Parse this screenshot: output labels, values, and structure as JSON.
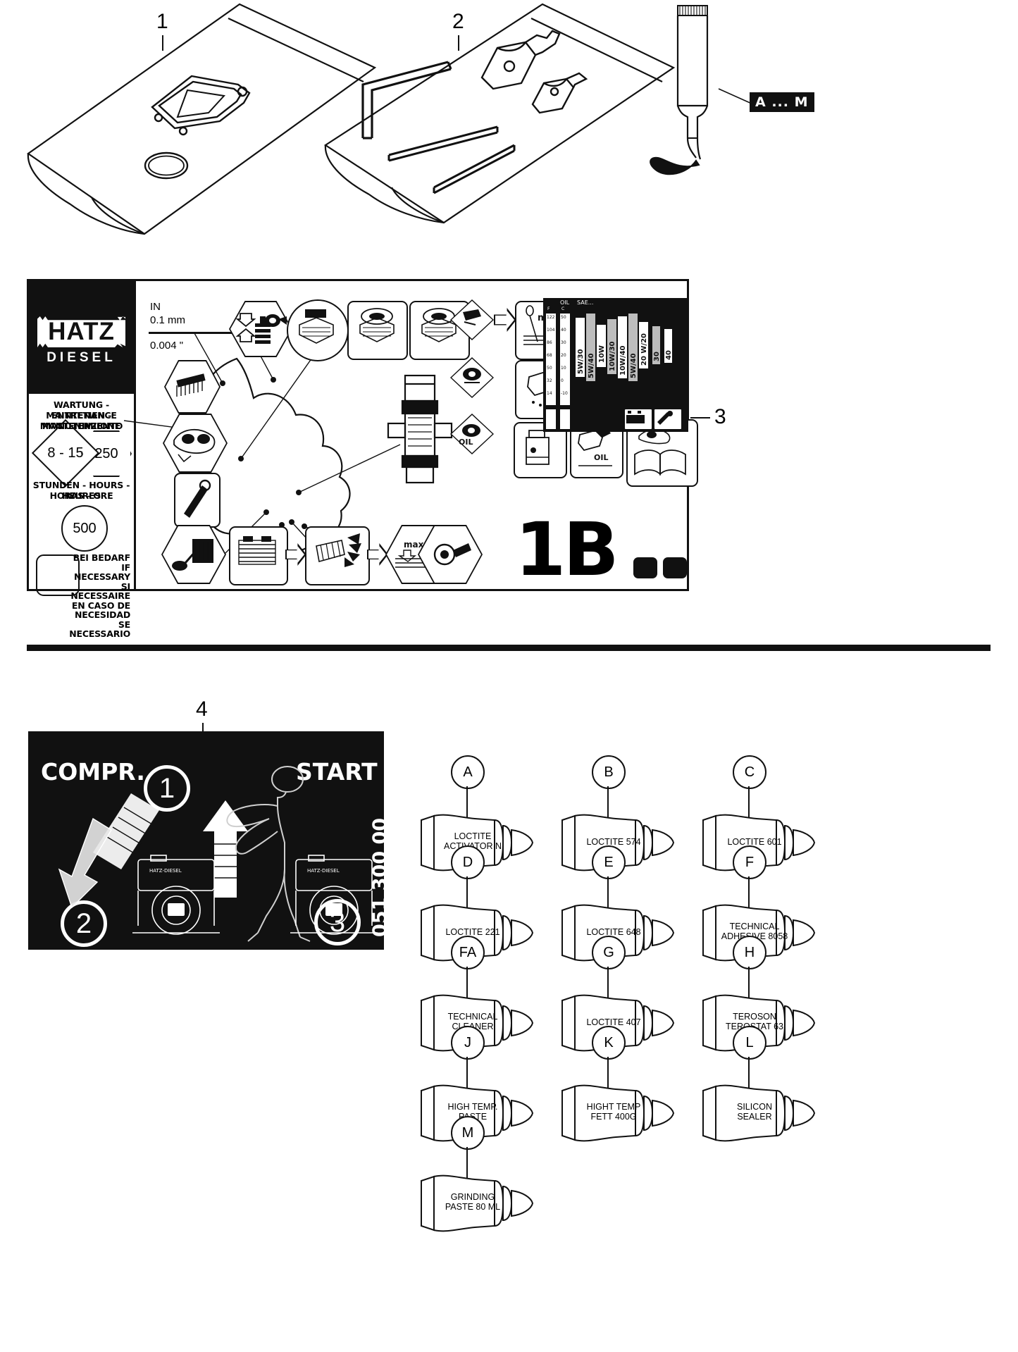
{
  "callouts": {
    "bag1": "1",
    "bag2": "2",
    "decal": "3",
    "decal4": "4",
    "adhesive_group": "A ... M"
  },
  "decal": {
    "brand": "HATZ",
    "brand_sub": "DIESEL",
    "maintenance_lines": [
      "WARTUNG - MAINTENANCE",
      "ENTRETIEN - MANTENIMIENTO",
      "MANUTENZIONE"
    ],
    "interval_diamond": "8 - 15",
    "interval_hex": "250",
    "hours_lines": [
      "STUNDEN - HOURS - HEURES",
      "HORAS - ORE"
    ],
    "interval_circle": "500",
    "if_necessary_lines": [
      "BEI BEDARF",
      "IF NECESSARY",
      "SI NECESSAIRE",
      "EN CASO DE",
      "NECESIDAD",
      "SE NECESSARIO"
    ],
    "valve_clearance": {
      "label": "IN",
      "metric": "0.1 mm",
      "imperial": "0.004 \""
    },
    "oil_fill_label": "max",
    "oil_word": "OIL",
    "model_mark": "1B",
    "oil_chart": {
      "header_left": "OIL",
      "header_right": "SAE...",
      "col_f": "F",
      "col_c": "C",
      "f_ticks": [
        "122",
        "104",
        "86",
        "68",
        "50",
        "32",
        "14"
      ],
      "c_ticks": [
        "50",
        "40",
        "30",
        "20",
        "10",
        "0",
        "-10"
      ],
      "grades": [
        "5W/30",
        "5W/40",
        "10W",
        "10W/30",
        "10W/40",
        "5W/40",
        "20 W/20",
        "30",
        "40"
      ]
    }
  },
  "decal4": {
    "compr_label": "COMPR.",
    "start_label": "START",
    "step_1": "1",
    "step_2": "2",
    "step_3": "3",
    "part_number": "051 300 00",
    "engine_brand": "HATZ-DIESEL"
  },
  "adhesives": [
    {
      "code": "A",
      "name": "LOCTITE\nACTIVATOR N",
      "lines": [
        "LOCTITE",
        "ACTIVATOR N"
      ]
    },
    {
      "code": "B",
      "name": "LOCTITE 574",
      "lines": [
        "LOCTITE 574"
      ]
    },
    {
      "code": "C",
      "name": "LOCTITE 601",
      "lines": [
        "LOCTITE 601"
      ]
    },
    {
      "code": "D",
      "name": "LOCTITE 221",
      "lines": [
        "LOCTITE 221"
      ]
    },
    {
      "code": "E",
      "name": "LOCTITE 648",
      "lines": [
        "LOCTITE 648"
      ]
    },
    {
      "code": "F",
      "name": "TECHNICAL ADHESIVE 8058",
      "lines": [
        "TECHNICAL",
        "ADHESIVE 8058"
      ]
    },
    {
      "code": "FA",
      "name": "TECHNICAL CLEANER",
      "lines": [
        "TECHNICAL",
        "CLEANER"
      ]
    },
    {
      "code": "G",
      "name": "LOCTITE 407",
      "lines": [
        "LOCTITE 407"
      ]
    },
    {
      "code": "H",
      "name": "TEROSON TEROSTAT 63",
      "lines": [
        "TEROSON",
        "TEROSTAT 63"
      ]
    },
    {
      "code": "J",
      "name": "HIGH TEMP. PASTE",
      "lines": [
        "HIGH TEMP.",
        "PASTE"
      ]
    },
    {
      "code": "K",
      "name": "HIGHT TEMP FETT 400G",
      "lines": [
        "HIGHT TEMP",
        "FETT 400G"
      ]
    },
    {
      "code": "L",
      "name": "SILICON SEALER",
      "lines": [
        "SILICON",
        "SEALER"
      ]
    },
    {
      "code": "M",
      "name": "GRINDING PASTE 80 ML",
      "lines": [
        "GRINDING",
        "PASTE 80 ML"
      ]
    }
  ],
  "colors": {
    "ink": "#111111",
    "paper": "#ffffff",
    "grey": "#bdbdbd"
  }
}
